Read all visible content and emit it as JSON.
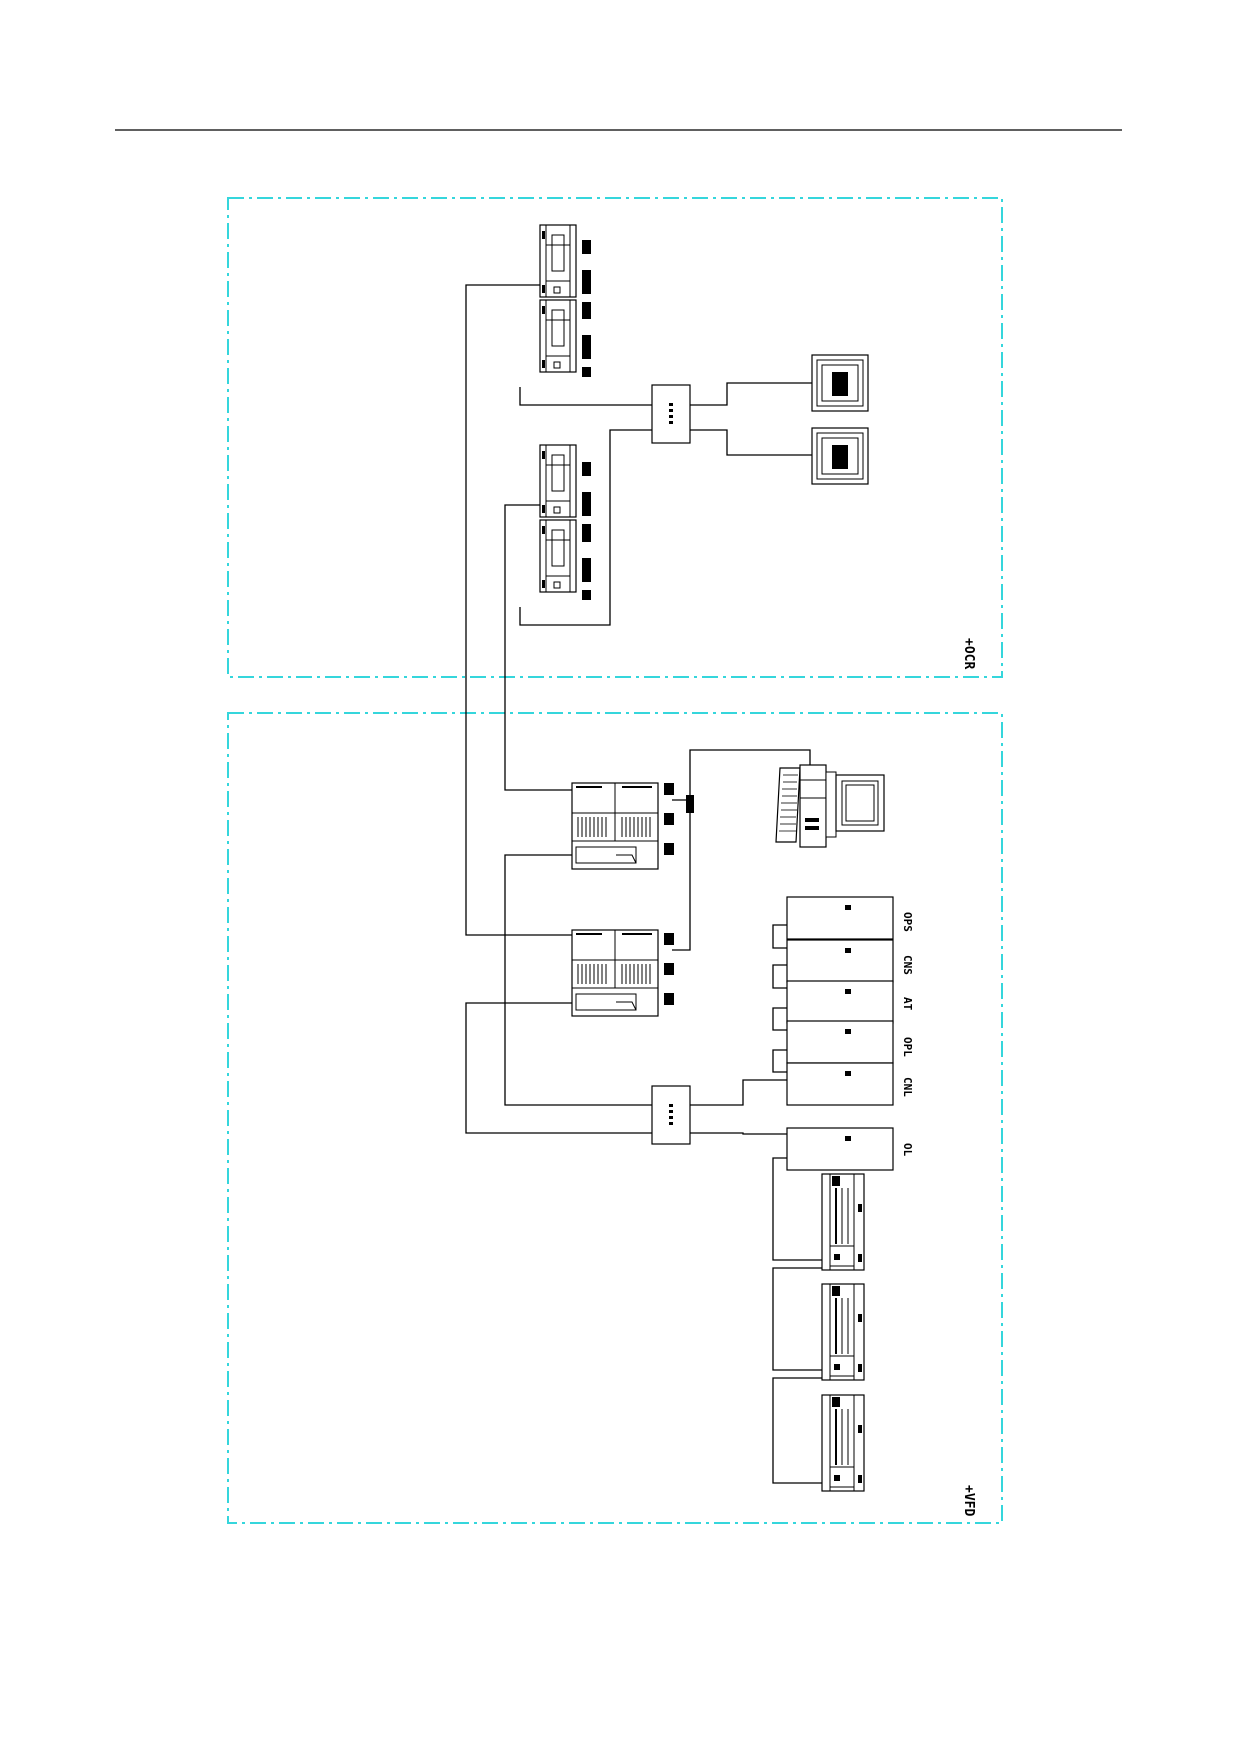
{
  "colors": {
    "background": "#ffffff",
    "zone_border": "#35d6dc",
    "line": "#000000",
    "header_rule": "#000000"
  },
  "zones": {
    "upper": {
      "label": "+OCR"
    },
    "lower": {
      "label": "+VFD"
    }
  },
  "drives": [
    {
      "label": "OPS"
    },
    {
      "label": "CNS"
    },
    {
      "label": "AT"
    },
    {
      "label": "OPL"
    },
    {
      "label": "CNL"
    },
    {
      "label": "OL"
    }
  ],
  "icons": {
    "io_rack": "io-rack-icon",
    "plc": "plc-cpu-icon",
    "switch": "network-switch-icon",
    "operator_panel": "operator-panel-icon",
    "workstation": "computer-workstation-icon",
    "drive": "drive-cabinet-icon",
    "vfd_module": "vfd-module-icon"
  }
}
